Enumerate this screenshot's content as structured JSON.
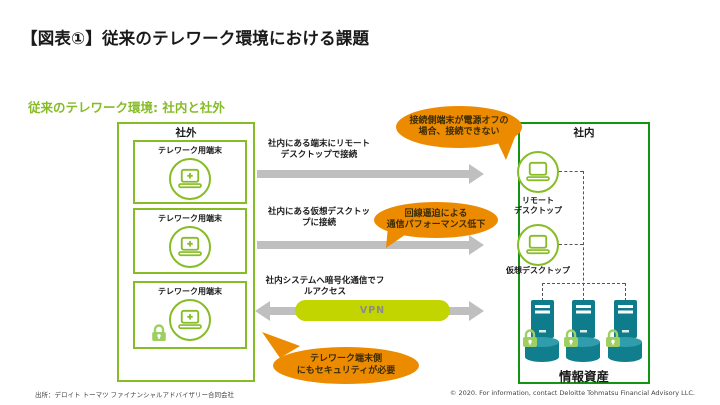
{
  "title": "【図表①】従来のテレワーク環境における課題",
  "subtitle": "従来のテレワーク環境: 社内と社外",
  "outside_box": {
    "label": "社外",
    "terminals": [
      {
        "label": "テレワーク用端末"
      },
      {
        "label": "テレワーク用端末"
      },
      {
        "label": "テレワーク用端末",
        "lock": true
      }
    ]
  },
  "inside_box": {
    "label": "社内",
    "remote_desktop": {
      "line1": "リモート",
      "line2": "デスクトップ"
    },
    "virtual_desktop": {
      "label": "仮想デスクトップ"
    },
    "info_assets": {
      "label": "情報資産",
      "server_count": 3
    }
  },
  "flows": [
    {
      "line1": "社内にある端末にリモート",
      "line2": "デスクトップで接続",
      "direction": "right"
    },
    {
      "line1": "社内にある仮想デスクトッ",
      "line2": "プに接続",
      "direction": "right"
    },
    {
      "line1": "社内システムへ暗号化通信でフ",
      "line2": "ルアクセス",
      "direction": "both",
      "vpn_label": "VPN"
    }
  ],
  "callouts": [
    {
      "line1": "接続側端末が電源オフの",
      "line2": "場合、接続できない"
    },
    {
      "line1": "回線逼迫による",
      "line2": "通信パフォーマンス低下"
    },
    {
      "line1": "テレワーク端末側",
      "line2": "にもセキュリティが必要"
    }
  ],
  "footer": {
    "source": "出所：デロイト トーマツ ファイナンシャルアドバイザリー合同会社",
    "copyright": "© 2020. For information, contact Deloitte Tohmatsu Financial Advisory LLC."
  },
  "icons": {
    "telework_terminal": "laptop-plus-icon",
    "office_terminal": "laptop-icon",
    "security": "lock-icon",
    "info_asset": "server-database-icon"
  },
  "colors": {
    "deloitte_green": "#86BC25",
    "inside_border_green": "#149414",
    "callout_orange": "#ED8B00",
    "vpn_chartreuse": "#C3D500",
    "server_teal": "#0E7C8B",
    "arrow_gray": "#BFBFBF",
    "lock_green": "#9FCE63"
  }
}
